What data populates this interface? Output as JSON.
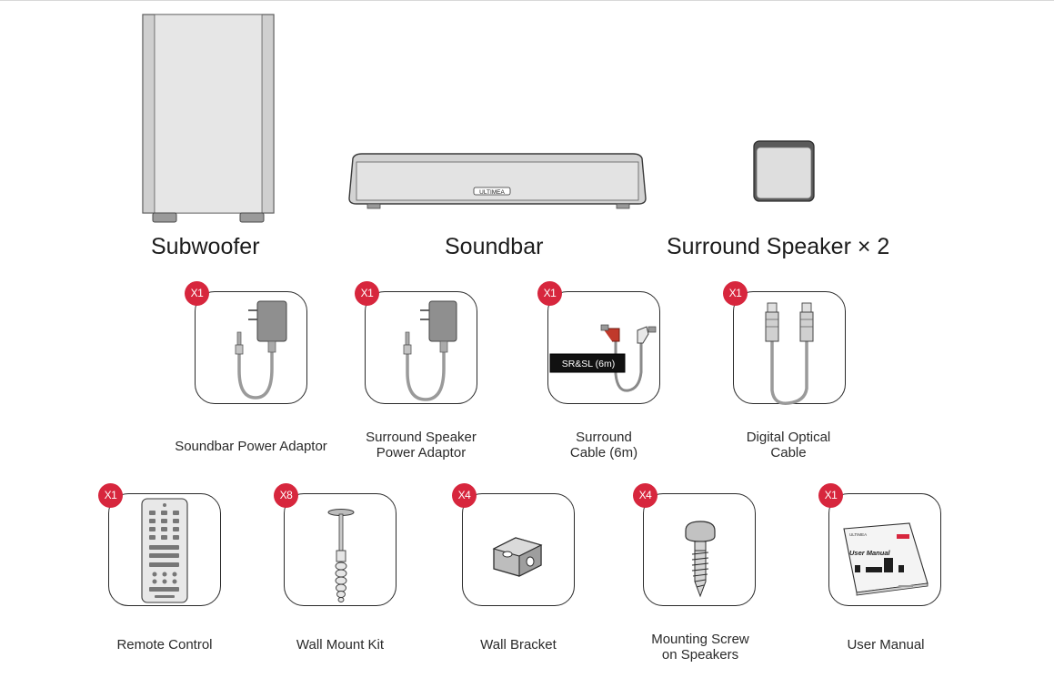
{
  "main_products": [
    {
      "id": "subwoofer",
      "label": "Subwoofer"
    },
    {
      "id": "soundbar",
      "label": "Soundbar"
    },
    {
      "id": "surround",
      "label": "Surround Speaker × 2"
    }
  ],
  "soundbar_logo_text": "ULTIMEA",
  "accessories_row1": [
    {
      "qty": "X1",
      "label": "Soundbar Power Adaptor"
    },
    {
      "qty": "X1",
      "label": "Surround Speaker\nPower Adaptor"
    },
    {
      "qty": "X1",
      "label": "Surround\nCable (6m)",
      "cable_tag": "SR&SL (6m)"
    },
    {
      "qty": "X1",
      "label": "Digital Optical\nCable"
    }
  ],
  "accessories_row2": [
    {
      "qty": "X1",
      "label": "Remote Control"
    },
    {
      "qty": "X8",
      "label": "Wall Mount Kit"
    },
    {
      "qty": "X4",
      "label": "Wall Bracket"
    },
    {
      "qty": "X4",
      "label": "Mounting Screw\non Speakers"
    },
    {
      "qty": "X1",
      "label": "User Manual",
      "manual_title": "User Manual",
      "manual_brand": "ULTIMEA"
    }
  ],
  "colors": {
    "badge": "#d7263d",
    "outline": "#2a2a2a",
    "product_gray": "#d6d6d6"
  }
}
